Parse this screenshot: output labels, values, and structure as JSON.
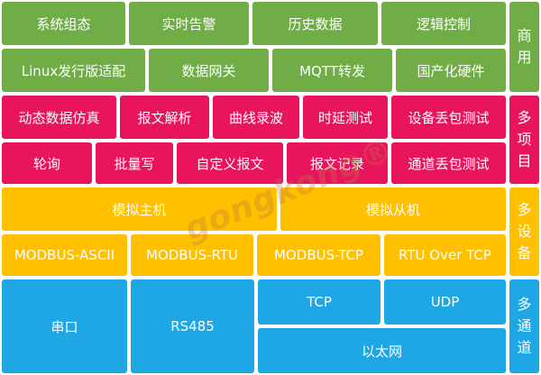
{
  "colors": {
    "commercial": "#70ad47",
    "multi_project": "#e8155e",
    "multi_device": "#ffc000",
    "multi_channel": "#1fa7e5"
  },
  "rows": {
    "commercial_1": [
      "系统组态",
      "实时告警",
      "历史数据",
      "逻辑控制"
    ],
    "commercial_2": [
      "Linux发行版适配",
      "数据网关",
      "MQTT转发",
      "国产化硬件"
    ],
    "project_1": [
      "动态数据仿真",
      "报文解析",
      "曲线录波",
      "时延测试",
      "设备丢包测试"
    ],
    "project_2": [
      "轮询",
      "批量写",
      "自定义报文",
      "报文记录",
      "通道丢包测试"
    ],
    "device_1": [
      "模拟主机",
      "模拟从机"
    ],
    "device_2": [
      "MODBUS-ASCII",
      "MODBUS-RTU",
      "MODBUS-TCP",
      "RTU Over TCP"
    ],
    "channel": [
      "串口",
      "RS485",
      "TCP",
      "UDP",
      "以太网"
    ]
  },
  "categories": {
    "commercial": [
      "商",
      "用"
    ],
    "multi_project": [
      "多",
      "项",
      "目"
    ],
    "multi_device": [
      "多",
      "设",
      "备"
    ],
    "multi_channel": [
      "多",
      "通",
      "道"
    ]
  },
  "watermark": "gongkong®"
}
